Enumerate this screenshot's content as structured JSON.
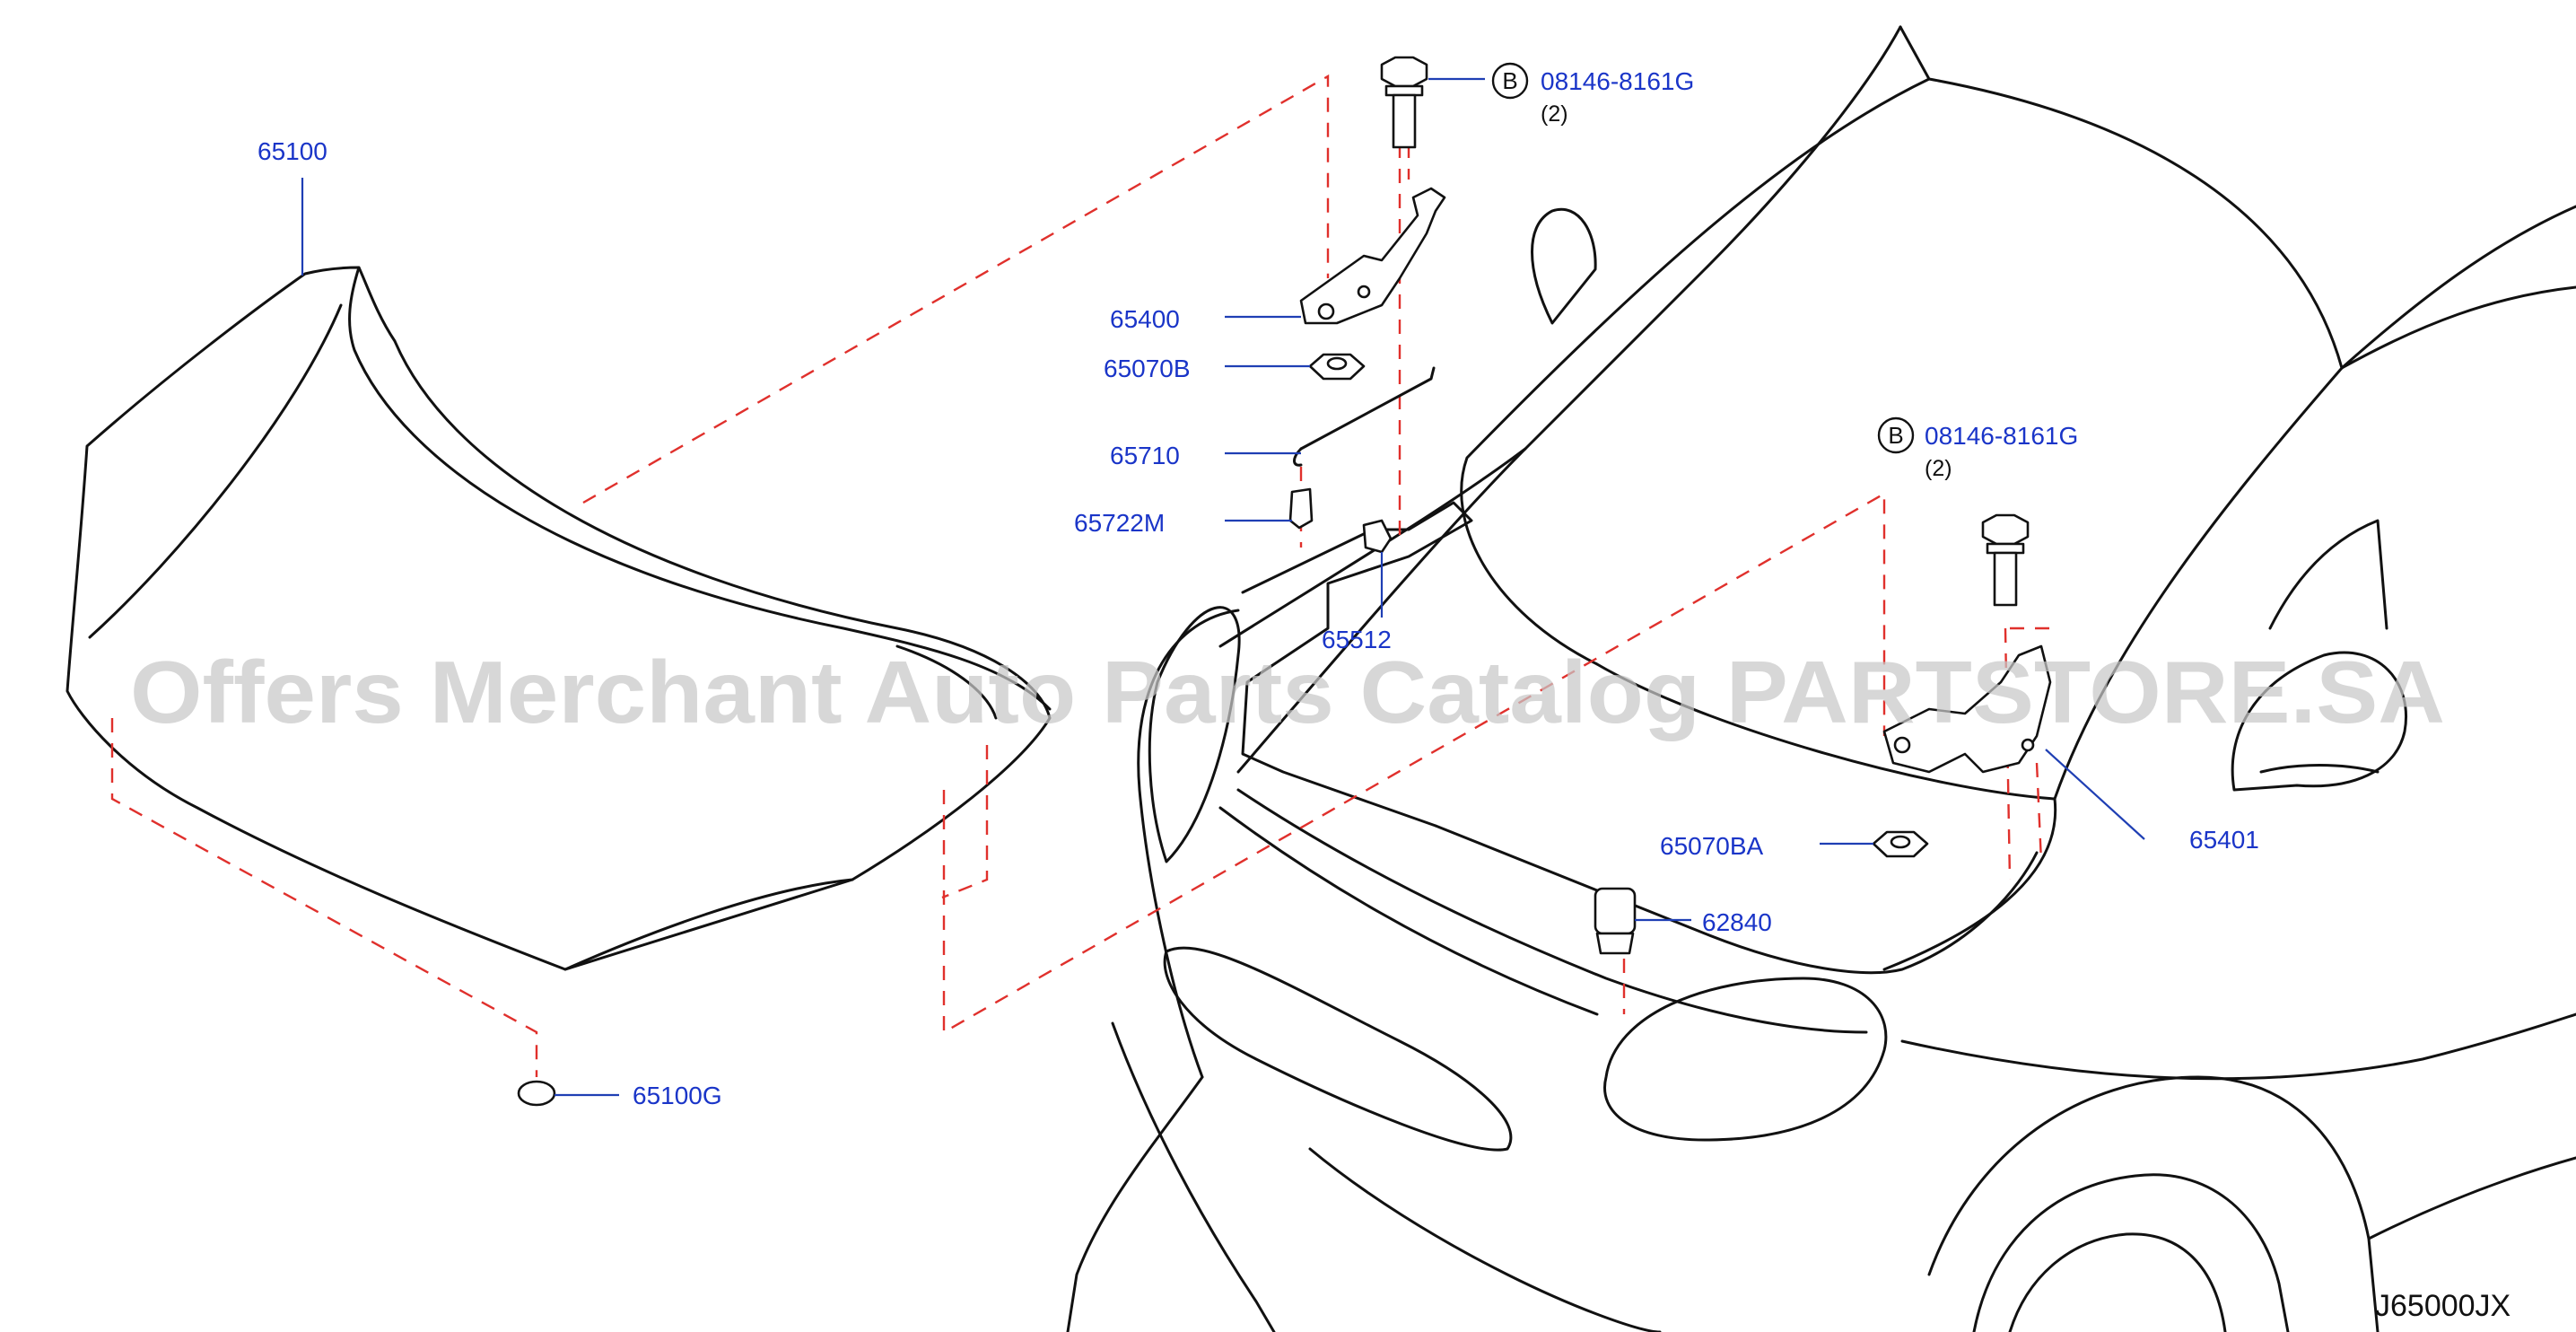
{
  "diagram": {
    "parts": [
      {
        "id": "65100",
        "label": "65100"
      },
      {
        "id": "65100G",
        "label": "65100G"
      },
      {
        "id": "65400",
        "label": "65400"
      },
      {
        "id": "65070B",
        "label": "65070B"
      },
      {
        "id": "65710",
        "label": "65710"
      },
      {
        "id": "65722M",
        "label": "65722M"
      },
      {
        "id": "65512",
        "label": "65512"
      },
      {
        "id": "65401",
        "label": "65401"
      },
      {
        "id": "65070BA",
        "label": "65070BA"
      },
      {
        "id": "62840",
        "label": "62840"
      }
    ],
    "bolt_callouts": [
      {
        "marker": "B",
        "part": "08146-8161G",
        "qty": "(2)"
      },
      {
        "marker": "B",
        "part": "08146-8161G",
        "qty": "(2)"
      }
    ],
    "diagram_code": "J65000JX",
    "watermark": "Offers Merchant Auto Parts Catalog PARTSTORE.SA",
    "colors": {
      "line": "#111111",
      "dashed_guide": "#e0302c",
      "label": "#1a35c8",
      "watermark": "#c8c8c8"
    }
  }
}
